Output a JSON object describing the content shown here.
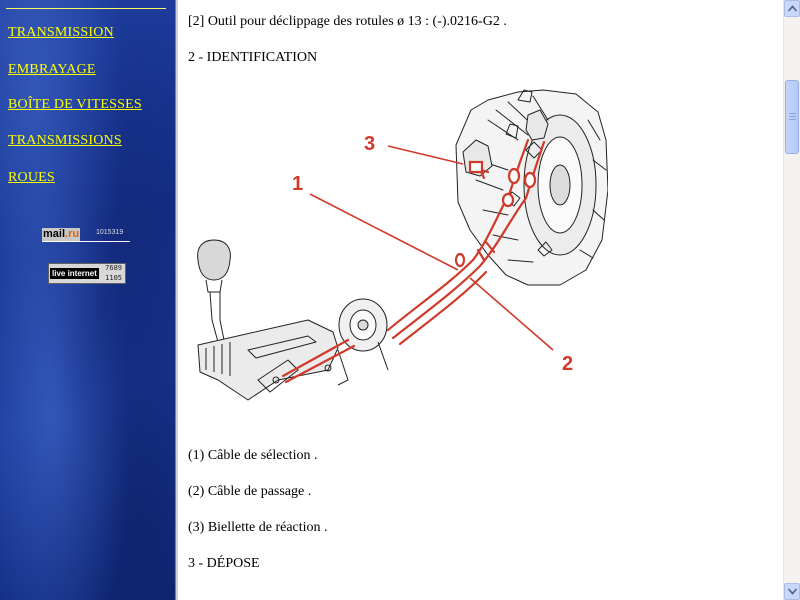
{
  "nav": {
    "items": [
      {
        "label": "TRANSMISSION"
      },
      {
        "label": "EMBRAYAGE"
      },
      {
        "label": "BOÎTE DE VITESSES"
      },
      {
        "label": "TRANSMISSIONS"
      },
      {
        "label": "ROUES"
      }
    ],
    "link_color": "#ffff00",
    "background_color": "#1a3c9c"
  },
  "counters": {
    "mail_ru": {
      "logo_main": "mail",
      "logo_suffix": ".ru",
      "count": "1015319"
    },
    "liveinternet": {
      "label": "live internet",
      "count_top": "7689",
      "count_bottom": "1105"
    }
  },
  "content": {
    "tool_line": "[2] Outil pour déclippage des rotules ø 13 : (-).0216-G2 .",
    "section_identification": "2 - IDENTIFICATION",
    "diagram": {
      "callouts": [
        "1",
        "2",
        "3"
      ],
      "highlight_color": "#d03a2a"
    },
    "legend": [
      "(1) Câble de sélection .",
      "(2) Câble de passage .",
      "(3) Biellette de réaction ."
    ],
    "section_depose": "3 - DÉPOSE"
  },
  "scrollbar": {
    "up_icon": "arrow-up-icon",
    "down_icon": "arrow-down-icon"
  }
}
